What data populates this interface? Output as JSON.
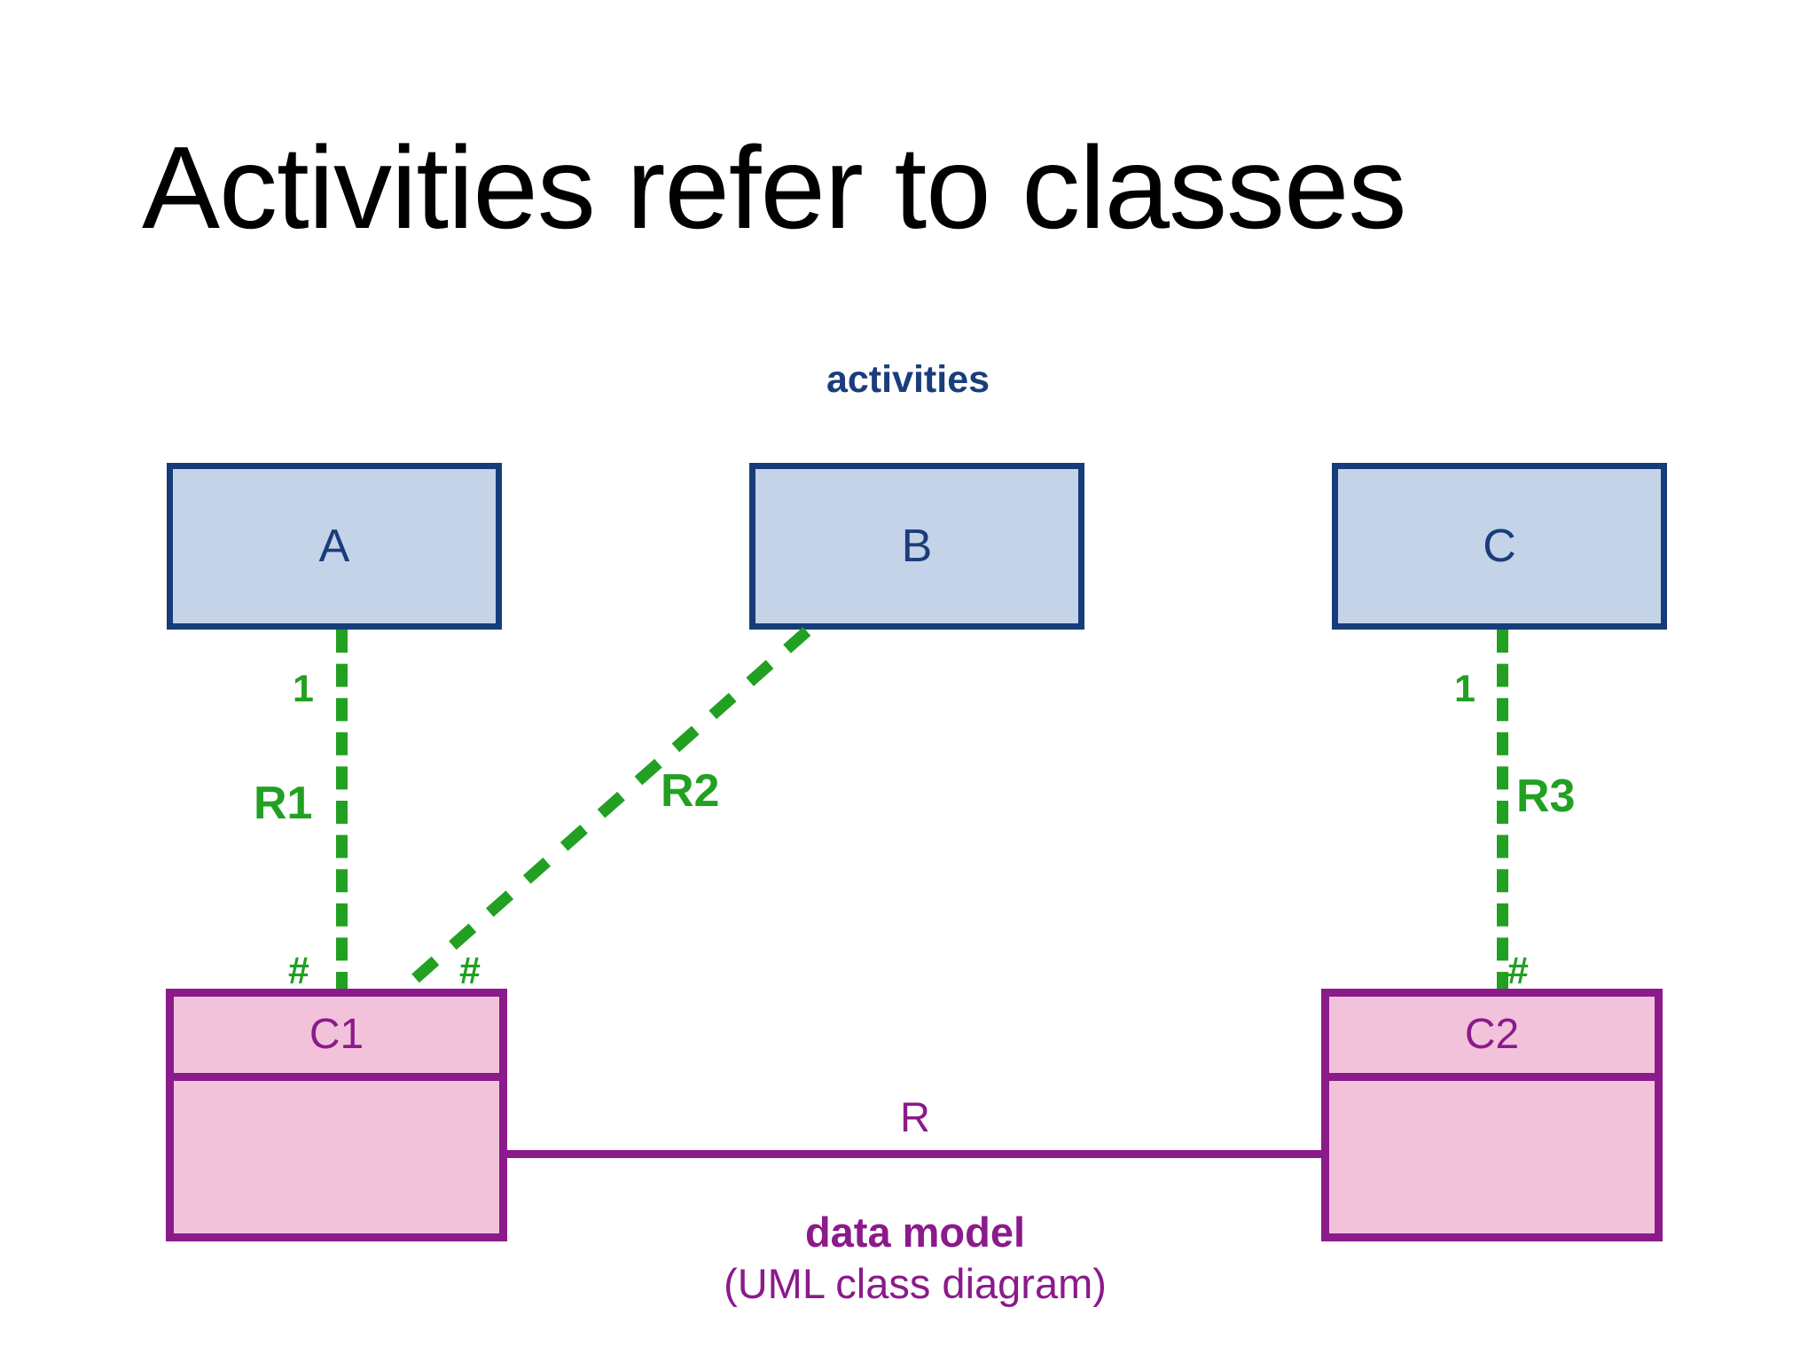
{
  "slide": {
    "title": "Activities refer to classes",
    "background_color": "#ffffff"
  },
  "colors": {
    "title_text": "#000000",
    "activity_fill": "#c5d3e8",
    "activity_border": "#173c7a",
    "activity_text": "#1a3d7c",
    "class_fill": "#f2c2db",
    "class_border": "#8b1a8b",
    "class_text": "#8b1a8b",
    "reference_green": "#22a022"
  },
  "activities_layer": {
    "caption": "activities",
    "boxes": [
      {
        "label": "A"
      },
      {
        "label": "B"
      },
      {
        "label": "C"
      }
    ]
  },
  "data_model_layer": {
    "caption_line1": "data model",
    "caption_line2": "(UML class diagram)",
    "classes": [
      {
        "name": "C1"
      },
      {
        "name": "C2"
      }
    ],
    "association": {
      "label": "R"
    }
  },
  "references": [
    {
      "name": "R1",
      "from": "A",
      "to": "C1",
      "source_multiplicity": "1",
      "target_multiplicity": "#",
      "style": "dashed"
    },
    {
      "name": "R2",
      "from": "B",
      "to": "C1",
      "source_multiplicity": "",
      "target_multiplicity": "#",
      "style": "dashed"
    },
    {
      "name": "R3",
      "from": "C",
      "to": "C2",
      "source_multiplicity": "1",
      "target_multiplicity": "#",
      "style": "dashed"
    }
  ]
}
